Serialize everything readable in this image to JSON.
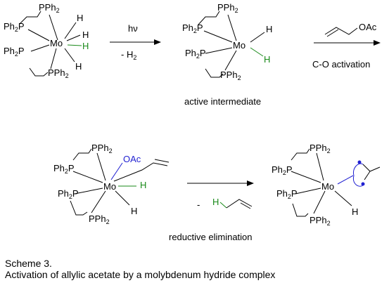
{
  "colors": {
    "hydride_highlight": "#1a8a1a",
    "acetate_highlight": "#1f1fd1",
    "text": "#000000"
  },
  "atoms": {
    "mo": "Mo",
    "pph2_ligand": "PPh",
    "ph2p_ligand": "Ph",
    "ph2p_p": "P",
    "h": "H",
    "oac": "OAc",
    "sub2": "2"
  },
  "steps": {
    "photolysis_above": "hν",
    "photolysis_below": "- H",
    "photolysis_below_sub": "2",
    "active_intermediate": "active intermediate",
    "co_activation": "C-O activation",
    "reductive_elimination": "reductive elimination",
    "propene_minus": "-"
  },
  "caption": {
    "line1": "Scheme 3.",
    "line2": "Activation of allylic acetate by a molybdenum hydride complex"
  }
}
